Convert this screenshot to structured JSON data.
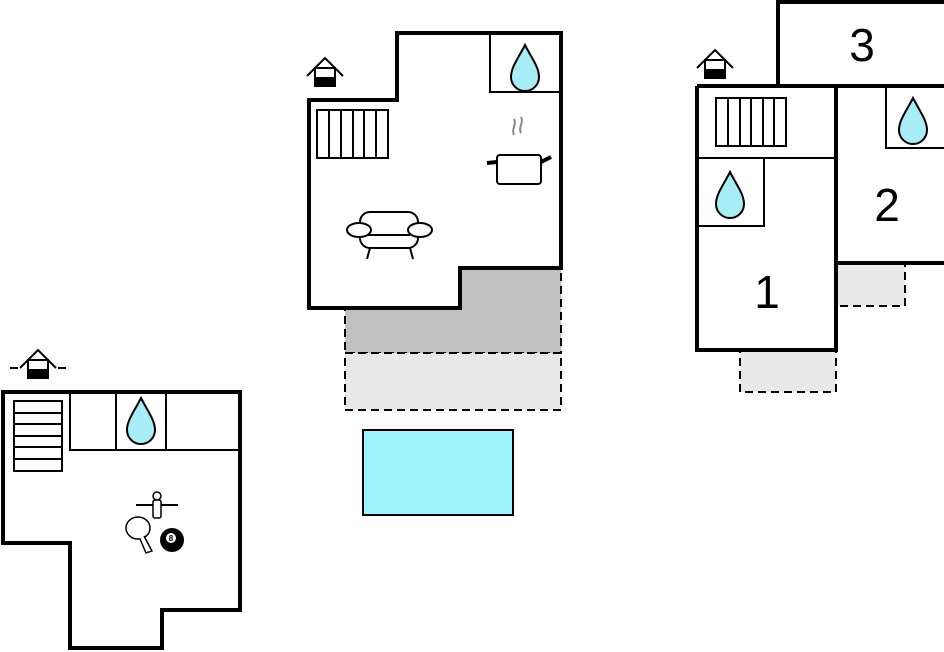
{
  "room_labels": {
    "room1": "1",
    "room2": "2",
    "room3": "3"
  },
  "icons": {
    "billiard_ball": "8"
  },
  "colors": {
    "water": "#a8ecf5",
    "pool": "#9ef2fb",
    "terrace_dark": "#c0c0c0",
    "terrace_light": "#e8e8e8"
  }
}
